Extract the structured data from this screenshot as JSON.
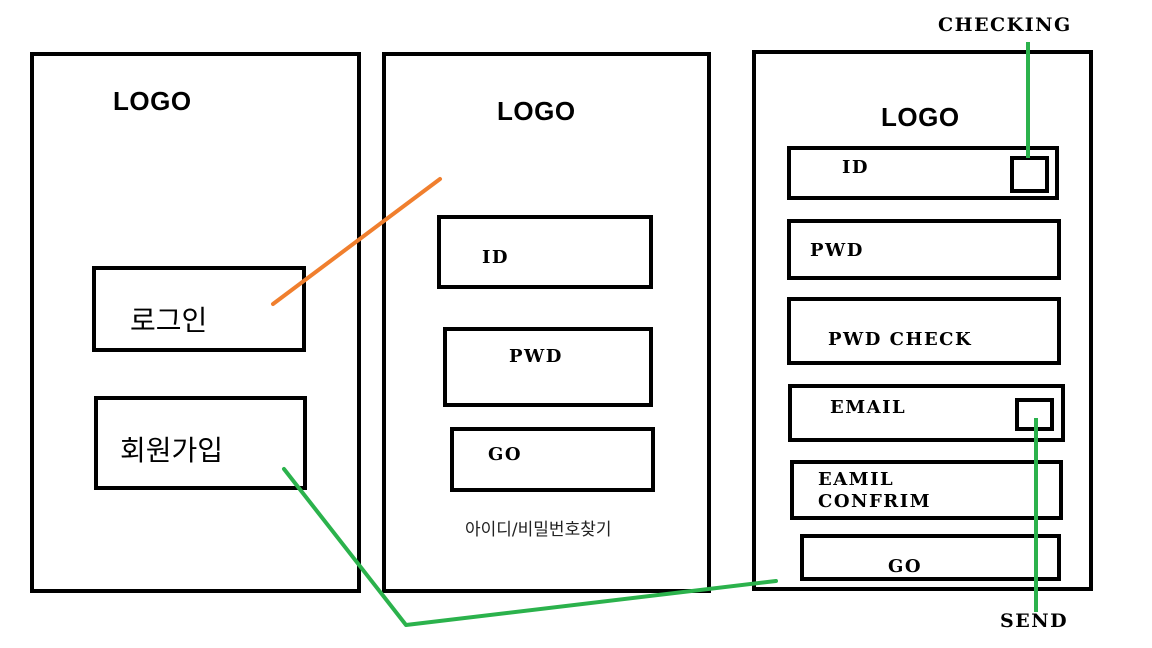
{
  "screen1": {
    "logo": "LOGO",
    "login_button": "로그인",
    "signup_button": "회원가입"
  },
  "screen2": {
    "logo": "LOGO",
    "id_field": "ID",
    "pwd_field": "PWD",
    "go_button": "GO",
    "find_link": "아이디/비밀번호찾기"
  },
  "screen3": {
    "logo": "LOGO",
    "id_field": "ID",
    "pwd_field": "PWD",
    "pwd_check_field": "PWD CHECK",
    "email_field": "EMAIL",
    "email_confirm_line1": "EAMIL",
    "email_confirm_line2": "CONFRIM",
    "go_button": "GO"
  },
  "annotations": {
    "checking": "CHECKING",
    "send": "SEND"
  },
  "colors": {
    "orange_connector": "#f07f2e",
    "green_connector": "#2bb24c"
  }
}
